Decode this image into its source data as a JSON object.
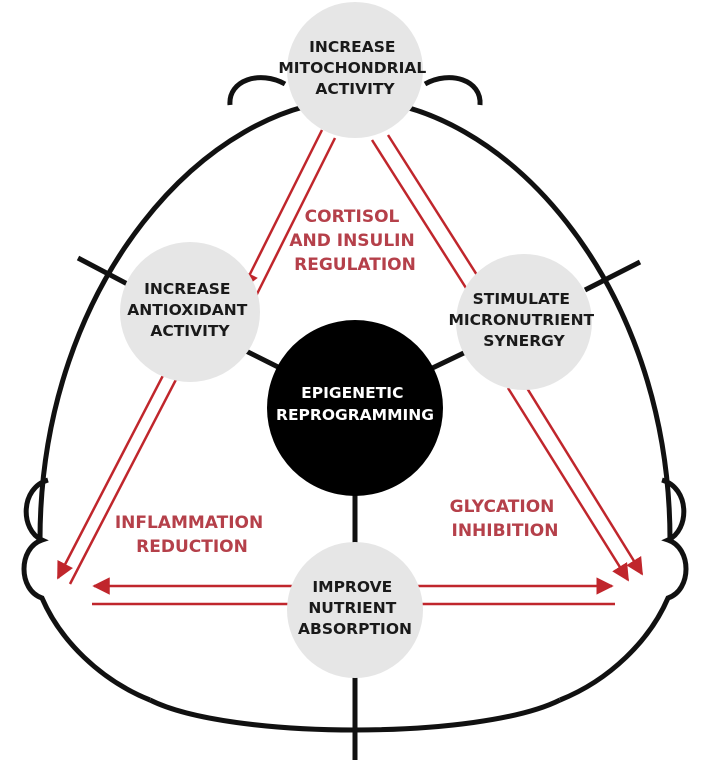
{
  "colors": {
    "outline": "#111111",
    "node_fill": "#e6e6e6",
    "center_fill": "#000000",
    "arrow": "#c0262c",
    "effect_text": "#b5404a"
  },
  "center": {
    "lines": [
      "EPIGENETIC",
      "REPROGRAMMING"
    ]
  },
  "nodes": {
    "top": {
      "lines": [
        "INCREASE",
        "MITOCHONDRIAL",
        "ACTIVITY"
      ]
    },
    "left": {
      "lines": [
        "INCREASE",
        "ANTIOXIDANT",
        "ACTIVITY"
      ]
    },
    "right": {
      "lines": [
        "STIMULATE",
        "MICRONUTRIENT",
        "SYNERGY"
      ]
    },
    "bottom": {
      "lines": [
        "IMPROVE",
        "NUTRIENT",
        "ABSORPTION"
      ]
    }
  },
  "effects": {
    "cortisol": {
      "lines": [
        "CORTISOL",
        "AND INSULIN",
        "REGULATION"
      ]
    },
    "inflammation": {
      "lines": [
        "INFLAMMATION",
        "REDUCTION"
      ]
    },
    "glycation": {
      "lines": [
        "GLYCATION",
        "INHIBITION"
      ]
    }
  }
}
